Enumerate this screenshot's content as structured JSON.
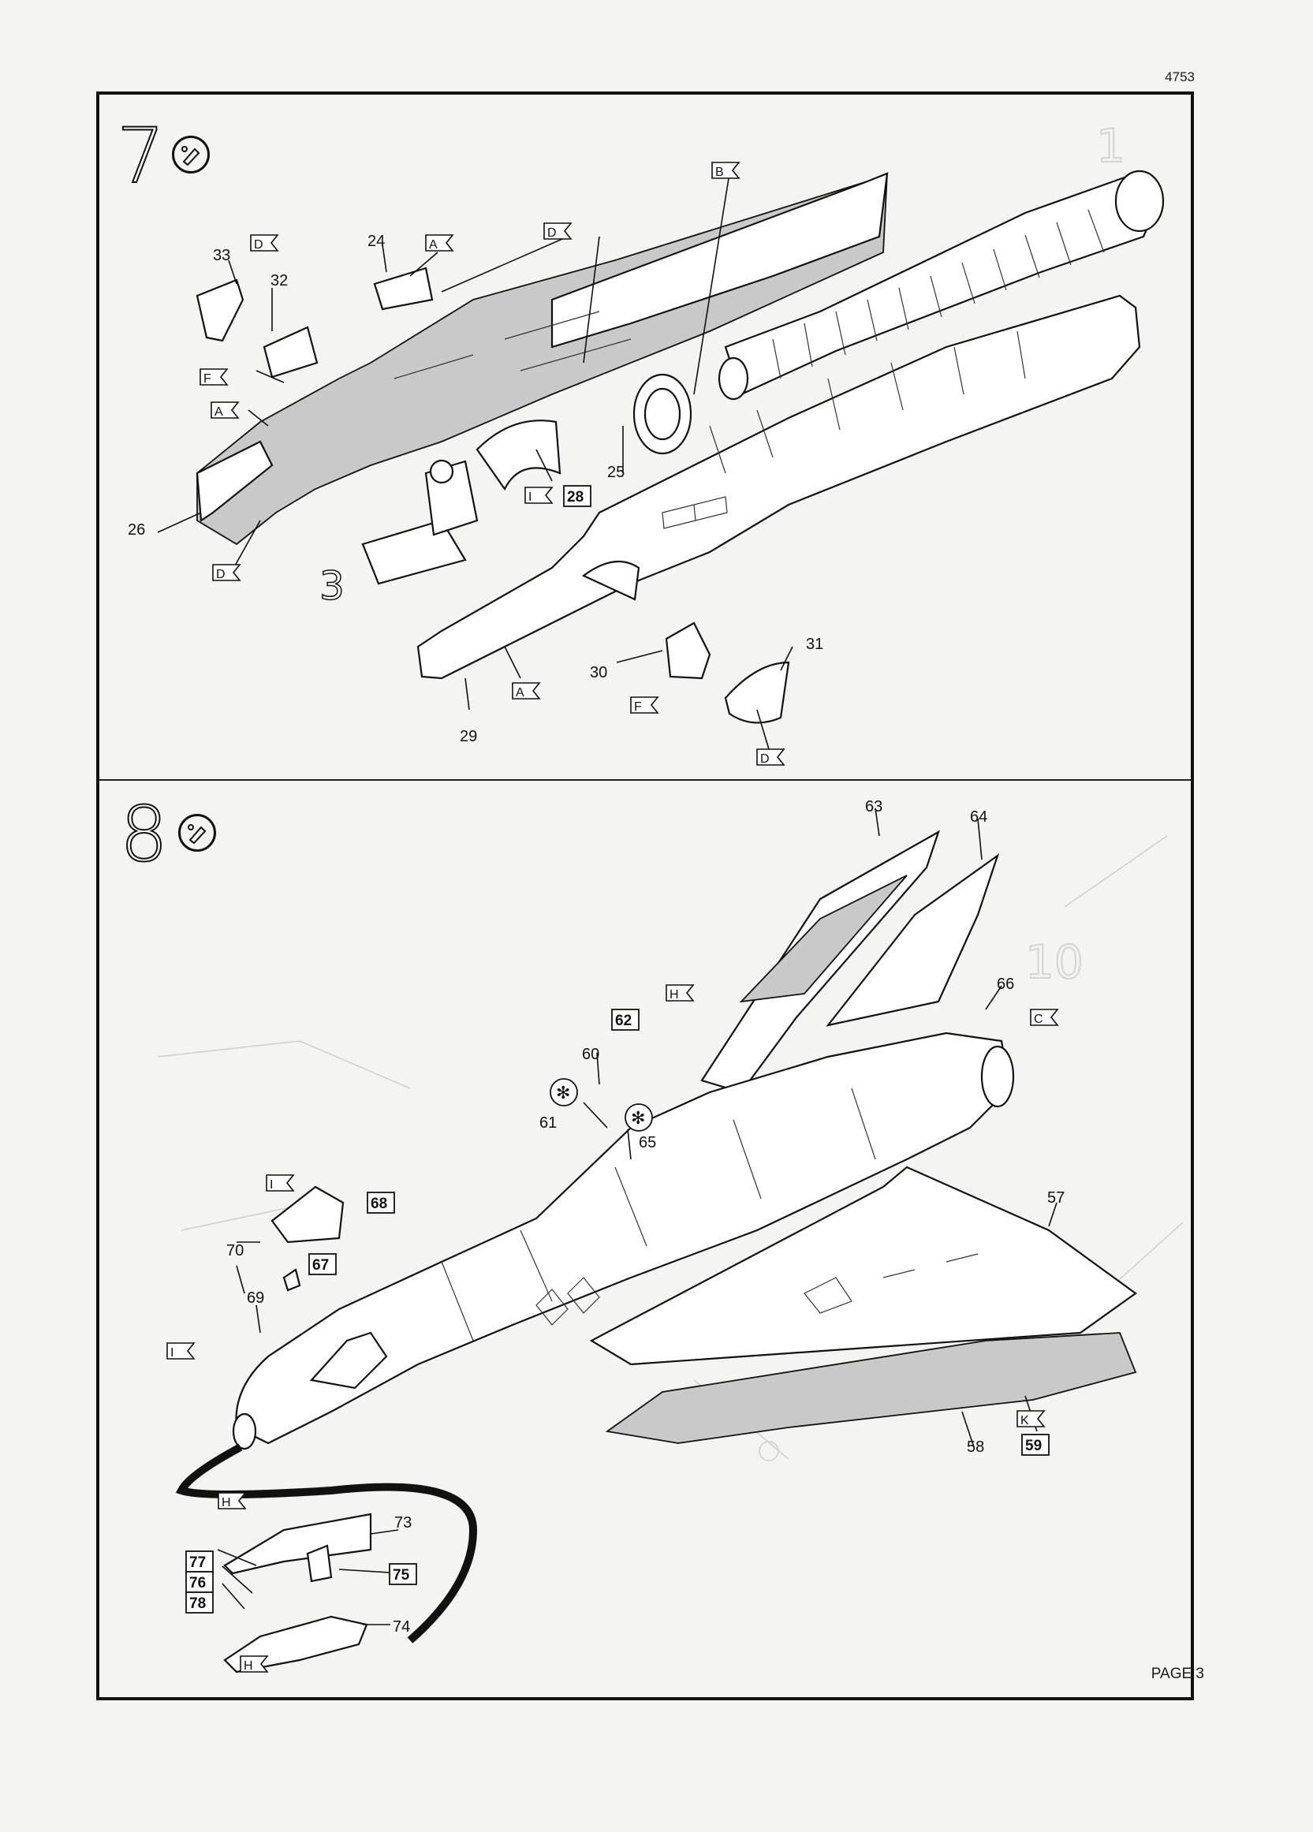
{
  "document": {
    "doc_number": "4753",
    "page_label": "PAGE 3"
  },
  "step7": {
    "number": "7",
    "ghost_step_number": "1",
    "sub_assembly_number": "3",
    "part_labels": [
      {
        "id": "p33",
        "text": "33"
      },
      {
        "id": "p32",
        "text": "32"
      },
      {
        "id": "p24",
        "text": "24"
      },
      {
        "id": "p26",
        "text": "26"
      },
      {
        "id": "p25",
        "text": "25"
      },
      {
        "id": "p29",
        "text": "29"
      },
      {
        "id": "p30",
        "text": "30"
      },
      {
        "id": "p31",
        "text": "31"
      }
    ],
    "boxed_labels": [
      {
        "id": "b28",
        "text": "28"
      }
    ],
    "color_flags": [
      {
        "id": "f1",
        "text": "D"
      },
      {
        "id": "f2",
        "text": "A"
      },
      {
        "id": "f3",
        "text": "D"
      },
      {
        "id": "f4",
        "text": "B"
      },
      {
        "id": "f5",
        "text": "F"
      },
      {
        "id": "f6",
        "text": "A"
      },
      {
        "id": "f7",
        "text": "I"
      },
      {
        "id": "f8",
        "text": "D"
      },
      {
        "id": "f9",
        "text": "A"
      },
      {
        "id": "f10",
        "text": "F"
      },
      {
        "id": "f11",
        "text": "D"
      }
    ]
  },
  "step8": {
    "number": "8",
    "part_labels": [
      {
        "id": "p63",
        "text": "63"
      },
      {
        "id": "p64",
        "text": "64"
      },
      {
        "id": "p66",
        "text": "66"
      },
      {
        "id": "p60",
        "text": "60"
      },
      {
        "id": "p61",
        "text": "61"
      },
      {
        "id": "p65",
        "text": "65"
      },
      {
        "id": "p57",
        "text": "57"
      },
      {
        "id": "p70",
        "text": "70"
      },
      {
        "id": "p69",
        "text": "69"
      },
      {
        "id": "p58",
        "text": "58"
      },
      {
        "id": "p73",
        "text": "73"
      },
      {
        "id": "p74",
        "text": "74"
      }
    ],
    "boxed_labels": [
      {
        "id": "b62",
        "text": "62"
      },
      {
        "id": "b68",
        "text": "68"
      },
      {
        "id": "b67",
        "text": "67"
      },
      {
        "id": "b59",
        "text": "59"
      },
      {
        "id": "b75",
        "text": "75"
      },
      {
        "id": "b77",
        "text": "77"
      },
      {
        "id": "b76",
        "text": "76"
      },
      {
        "id": "b78",
        "text": "78"
      }
    ],
    "color_flags": [
      {
        "id": "g1",
        "text": "H"
      },
      {
        "id": "g2",
        "text": "C"
      },
      {
        "id": "g3",
        "text": "I"
      },
      {
        "id": "g4",
        "text": "I"
      },
      {
        "id": "g5",
        "text": "K"
      },
      {
        "id": "g6",
        "text": "H"
      },
      {
        "id": "g7",
        "text": "H"
      }
    ]
  }
}
